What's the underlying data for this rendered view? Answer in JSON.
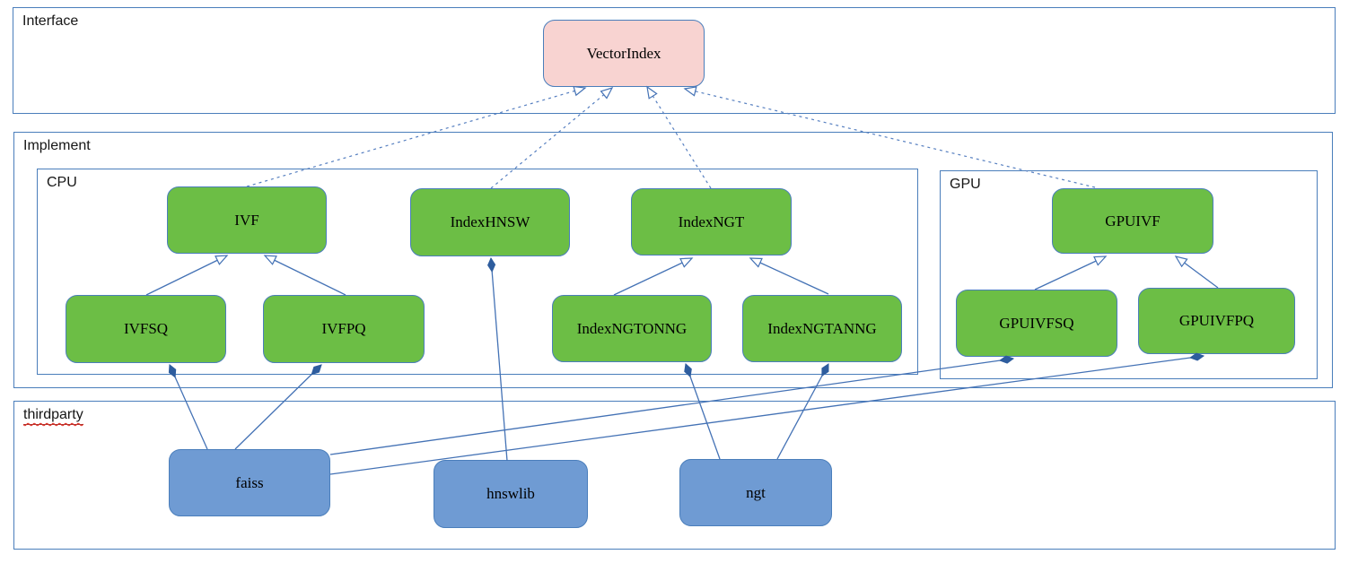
{
  "diagram": {
    "containers": {
      "interface": {
        "label": "Interface"
      },
      "implement": {
        "label": "Implement"
      },
      "cpu": {
        "label": "CPU"
      },
      "gpu": {
        "label": "GPU"
      },
      "thirdparty": {
        "label": "thirdparty"
      }
    },
    "nodes": {
      "vectorindex": {
        "label": "VectorIndex",
        "group": "interface"
      },
      "ivf": {
        "label": "IVF",
        "group": "cpu"
      },
      "indexhnsw": {
        "label": "IndexHNSW",
        "group": "cpu"
      },
      "indexngt": {
        "label": "IndexNGT",
        "group": "cpu"
      },
      "ivfsq": {
        "label": "IVFSQ",
        "group": "cpu"
      },
      "ivfpq": {
        "label": "IVFPQ",
        "group": "cpu"
      },
      "indexngtonng": {
        "label": "IndexNGTONNG",
        "group": "cpu"
      },
      "indexngtanng": {
        "label": "IndexNGTANNG",
        "group": "cpu"
      },
      "gpuivf": {
        "label": "GPUIVF",
        "group": "gpu"
      },
      "gpuivfsq": {
        "label": "GPUIVFSQ",
        "group": "gpu"
      },
      "gpuivfpq": {
        "label": "GPUIVFPQ",
        "group": "gpu"
      },
      "faiss": {
        "label": "faiss",
        "group": "thirdparty"
      },
      "hnswlib": {
        "label": "hnswlib",
        "group": "thirdparty"
      },
      "ngt": {
        "label": "ngt",
        "group": "thirdparty"
      }
    },
    "edges": [
      {
        "from": "ivf",
        "to": "vectorindex",
        "kind": "generalization-dashed"
      },
      {
        "from": "indexhnsw",
        "to": "vectorindex",
        "kind": "generalization-dashed"
      },
      {
        "from": "indexngt",
        "to": "vectorindex",
        "kind": "generalization-dashed"
      },
      {
        "from": "gpuivf",
        "to": "vectorindex",
        "kind": "generalization-dashed"
      },
      {
        "from": "ivfsq",
        "to": "ivf",
        "kind": "generalization"
      },
      {
        "from": "ivfpq",
        "to": "ivf",
        "kind": "generalization"
      },
      {
        "from": "indexngtonng",
        "to": "indexngt",
        "kind": "generalization"
      },
      {
        "from": "indexngtanng",
        "to": "indexngt",
        "kind": "generalization"
      },
      {
        "from": "gpuivfsq",
        "to": "gpuivf",
        "kind": "generalization"
      },
      {
        "from": "gpuivfpq",
        "to": "gpuivf",
        "kind": "generalization"
      },
      {
        "from": "faiss",
        "to": "ivfsq",
        "kind": "composition"
      },
      {
        "from": "faiss",
        "to": "ivfpq",
        "kind": "composition"
      },
      {
        "from": "faiss",
        "to": "gpuivfsq",
        "kind": "composition"
      },
      {
        "from": "faiss",
        "to": "gpuivfpq",
        "kind": "composition"
      },
      {
        "from": "hnswlib",
        "to": "indexhnsw",
        "kind": "composition"
      },
      {
        "from": "ngt",
        "to": "indexngtonng",
        "kind": "composition"
      },
      {
        "from": "ngt",
        "to": "indexngtanng",
        "kind": "composition"
      }
    ],
    "colors": {
      "container_border": "#4a7ebb",
      "node_border": "#4a7ebb",
      "node_green": "#6cbe45",
      "node_pink": "#f8d3d1",
      "node_blue": "#6f9bd3",
      "node_text": "#000000",
      "label_text": "#161616",
      "edge": "#4472b5",
      "edge_dashed": "#567fc0",
      "diamond_fill": "#2e5d9e",
      "spellcheck_wavy": "#e0241b",
      "label_underline": "#a03a33"
    }
  }
}
